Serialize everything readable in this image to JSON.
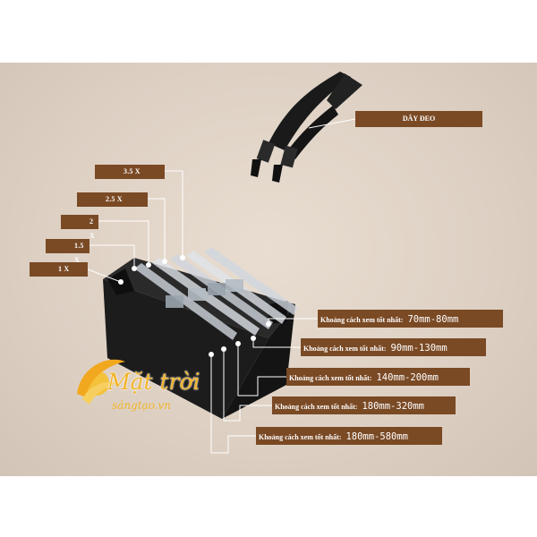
{
  "strap": {
    "label": "DÂY ĐEO"
  },
  "magnifications": [
    {
      "label": "3.5 X"
    },
    {
      "label": "2.5 X"
    },
    {
      "label": "2 X"
    },
    {
      "label": "1.5 X"
    },
    {
      "label": "1 X"
    }
  ],
  "distances": [
    {
      "text": "Khoảng cách xem tốt nhất:",
      "value": "70mm-80mm"
    },
    {
      "text": "Khoảng cách xem tốt nhất:",
      "value": "90mm-130mm"
    },
    {
      "text": "Khoảng cách xem tốt nhất:",
      "value": "140mm-200mm"
    },
    {
      "text": "Khoảng cách xem tốt nhất:",
      "value": "180mm-320mm"
    },
    {
      "text": "Khoảng cách xem tốt nhất:",
      "value": "180mm-580mm"
    }
  ],
  "logo": {
    "title": "Mặt trời",
    "subtitle": "sángtạo.vn"
  },
  "colors": {
    "label_bg": "#7a4a25",
    "panel_bg": "#ddd0c3",
    "logo": "#f2b42a"
  }
}
